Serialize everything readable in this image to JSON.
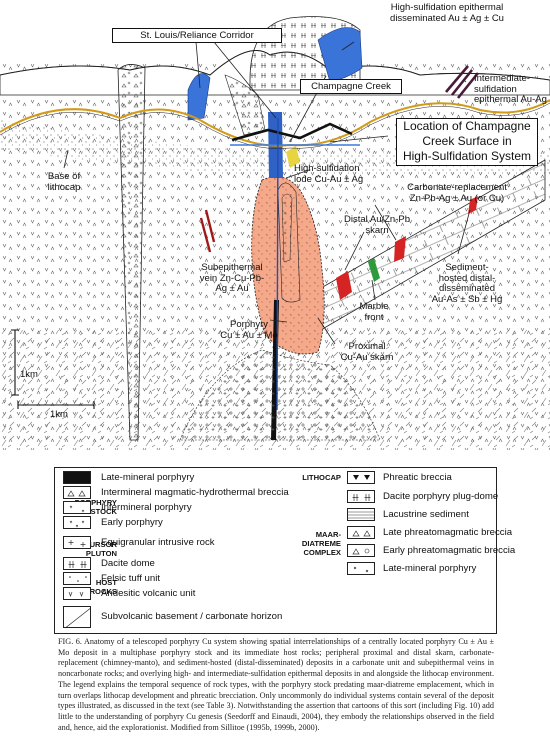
{
  "diagram": {
    "labels": {
      "st_louis": "St. Louis/Reliance Corridor",
      "champagne_creek": "Champagne Creek",
      "high_sulf_dissem": "High-sulfidation epithermal\ndisseminated Au ± Ag ± Cu",
      "intermediate_sulf": "Intermediate-\nsulfidation\nepithermal Au-Ag",
      "location_box": "Location of Champagne\nCreek Surface in\nHigh-Sulfidation System",
      "base_lithocap": "Base of\nlithocap",
      "high_sulf_lode": "High-sulfidation\nlode Cu-Au ± Ag",
      "carbonate_replacement": "Carbonate-replacement\nZn-Pb-Ag ± Au (or Cu)",
      "distal_skarn": "Distal Au/Zn-Pb\nskarn",
      "subepithermal": "Subepithermal\nvein Zn-Cu-Pb-\nAg ± Au",
      "sediment_hosted": "Sediment-\nhosted distal-\ndisseminated\nAu-As ± Sb ± Hg",
      "marble_front": "Marble\nfront",
      "porphyry": "Porphyry\nCu ± Au ± Mo",
      "proximal_skarn": "Proximal\nCu-Au skarn",
      "scale_v": "1km",
      "scale_h": "1km"
    }
  },
  "legend": {
    "groups": {
      "porphyry_stock": "PORPHYRY\nSTOCK",
      "precursor_pluton": "PRECURSOR\nPLUTON",
      "host_rocks": "HOST\nROCKS",
      "lithocap": "LITHOCAP",
      "maar_diatreme": "MAAR-\nDIATREME\nCOMPLEX"
    },
    "left": [
      "Late-mineral porphyry",
      "Intermineral magmatic-hydrothermal breccia",
      "Intermineral porphyry",
      "Early porphyry",
      "Equigranular intrusive rock",
      "Dacite dome",
      "Felsic tuff unit",
      "Andesitic volcanic unit",
      "Subvolcanic basement / carbonate horizon"
    ],
    "right": [
      "Phreatic breccia",
      "Dacite porphyry plug-dome",
      "Lacustrine sediment",
      "Late phreatomagmatic breccia",
      "Early phreatomagmatic breccia",
      "Late-mineral porphyry"
    ]
  },
  "caption": "FIG. 6. Anatomy of a telescoped porphyry Cu system showing spatial interrelationships of a centrally located porphyry Cu ± Au ± Mo deposit in a multiphase porphyry stock and its immediate host rocks; peripheral proximal and distal skarn, carbonate-replacement (chimney-manto), and sediment-hosted (distal-disseminated) deposits in a carbonate unit and subepithermal veins in noncarbonate rocks; and overlying high- and intermediate-sulfidation epithermal deposits in and alongside the lithocap environment. The legend explains the temporal sequence of rock types, with the porphyry stock predating maar-diatreme emplacement, which in turn overlaps lithocap development and phreatic brecciation. Only uncommonly do individual systems contain several of the deposit types illustrated, as discussed in the text (see Table 3). Notwithstanding the assertion that cartoons of this sort (including Fig. 10) add little to the understanding of porphyry Cu genesis (Seedorff and Einaudi, 2004), they embody the relationships observed in the field and, hence, aid the explorationist. Modified from Sillitoe (1995b, 1999b, 2000)."
}
